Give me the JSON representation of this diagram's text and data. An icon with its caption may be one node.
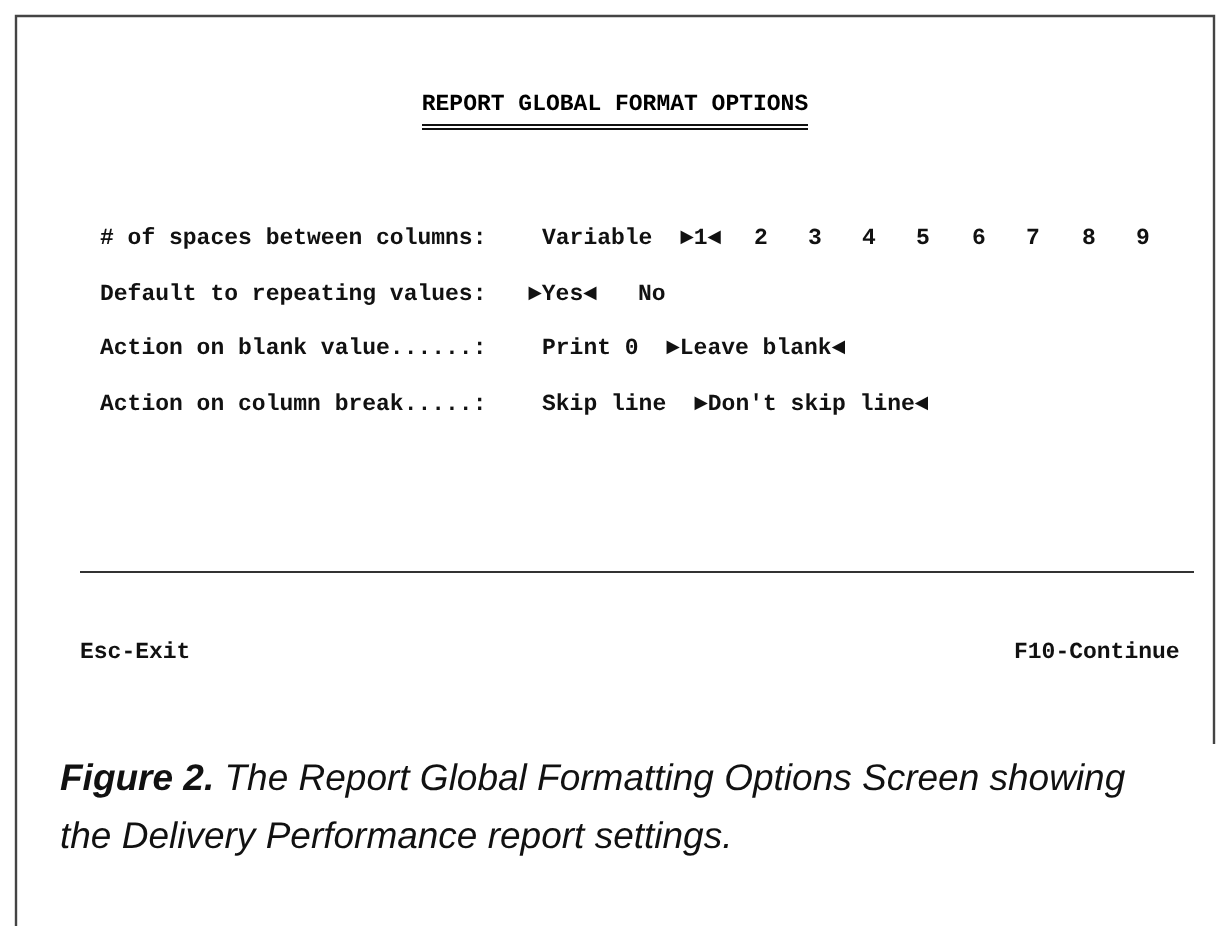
{
  "diagram": {
    "title": "REPORT GLOBAL FORMAT OPTIONS",
    "caption": "**Figure 2.** The Report Global Formatting Options Screen showing the Delivery Performance report settings.",
    "labels": [
      "# of spaces between columns:",
      "Variable",
      "►1◄",
      "2",
      "3",
      "4",
      "5",
      "6",
      "7",
      "8",
      "9",
      "Default to repeating values:",
      "►Yes◄",
      "No",
      "Action on blank value......:",
      "Print 0",
      "►Leave blank◄",
      "Action on column break.....:",
      "Skip line",
      "►Don't skip line◄",
      "Esc-Exit",
      "F10-Continue"
    ]
  }
}
